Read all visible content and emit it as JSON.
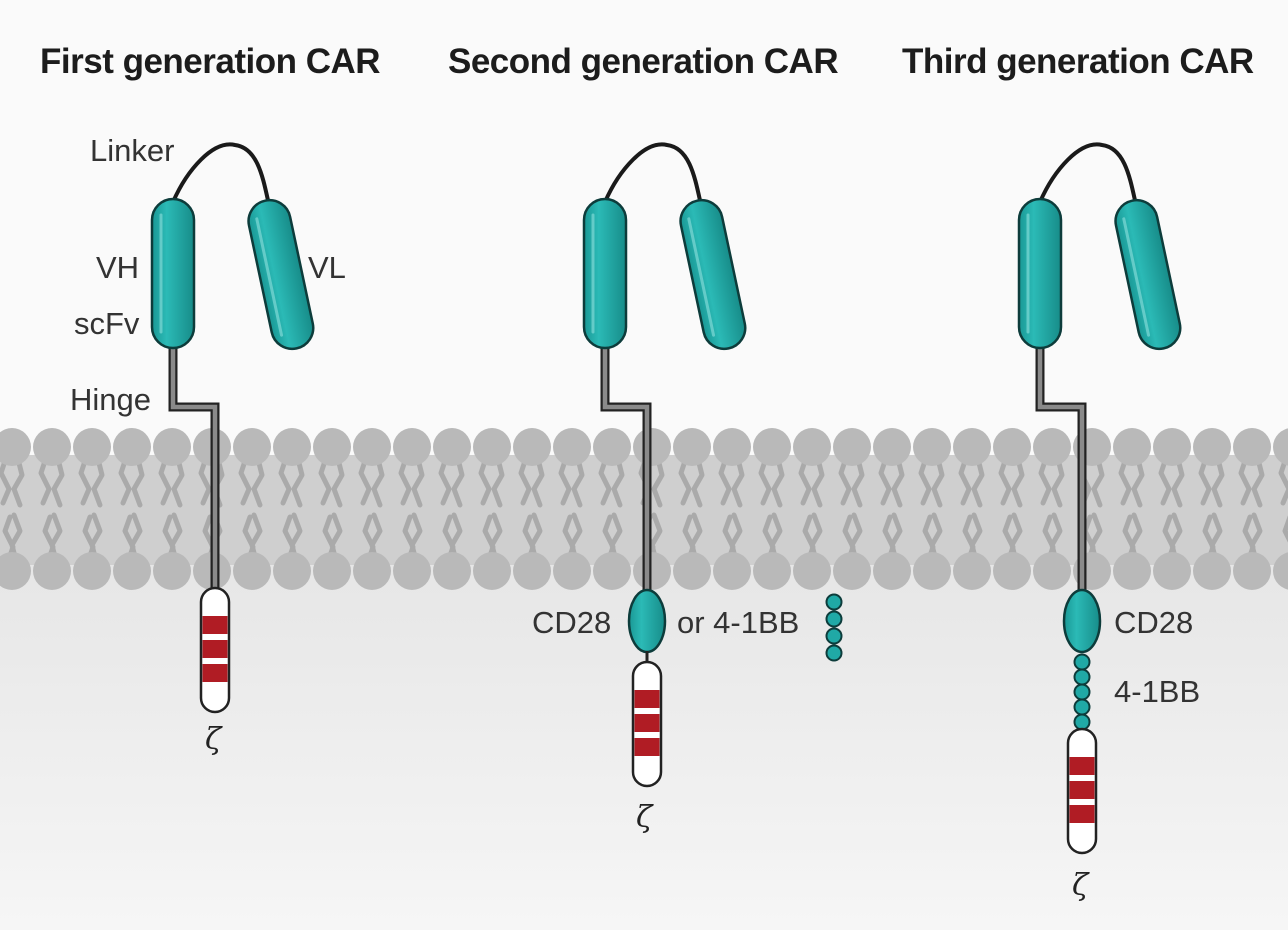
{
  "panels": [
    {
      "title": "First generation CAR",
      "labels": {
        "linker": "Linker",
        "vh": "VH",
        "vl": "VL",
        "scfv": "scFv",
        "hinge": "Hinge",
        "zeta": "ζ"
      }
    },
    {
      "title": "Second generation CAR",
      "labels": {
        "cd28": "CD28",
        "or_41bb": "or 4-1BB",
        "zeta": "ζ"
      }
    },
    {
      "title": "Third generation CAR",
      "labels": {
        "cd28": "CD28",
        "four_1bb": "4-1BB",
        "zeta": "ζ"
      }
    }
  ],
  "colors": {
    "domain_fill": "#20a9a6",
    "domain_stroke": "#0d3c3b",
    "itam_red": "#b01c24",
    "membrane": "#b9b9b9",
    "cytoplasm": "#e9e9e9"
  }
}
